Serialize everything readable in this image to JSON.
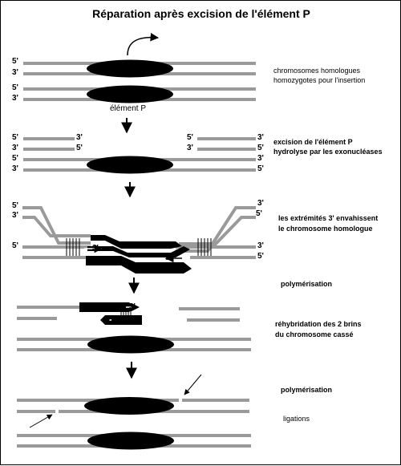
{
  "title": "Réparation après excision de l'élément P",
  "strand_ends": {
    "five": "5'",
    "three": "3'"
  },
  "element_label": "élément P",
  "steps": [
    {
      "lines": [
        "chromosomes homologues",
        "homozygotes pour l'insertion"
      ]
    },
    {
      "lines": [
        "excision de l'élément P",
        "hydrolyse par les exonucléases"
      ]
    },
    {
      "lines": [
        "les extrémités 3' envahissent",
        "le chromosome homologue"
      ]
    },
    {
      "lines": [
        "polymérisation"
      ]
    },
    {
      "lines": [
        "réhybridation des 2 brins",
        "du chromosome  cassé"
      ]
    },
    {
      "lines": [
        "polymérisation"
      ]
    },
    {
      "lines": [
        "ligations"
      ]
    }
  ],
  "colors": {
    "strand": "#9a9a9a",
    "element": "#000000"
  }
}
